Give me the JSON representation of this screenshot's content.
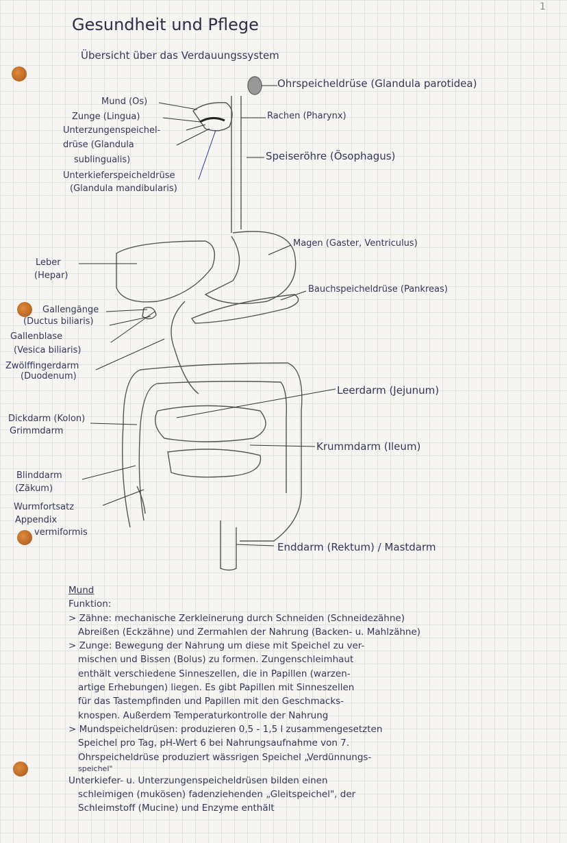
{
  "page_number": "1",
  "title": "Gesundheit und Pflege",
  "subtitle": "Übersicht über das Verdauungssystem",
  "labels": {
    "ohrspeicheldruese": "Ohrspeicheldrüse (Glandula parotidea)",
    "mund": "Mund (Os)",
    "zunge": "Zunge (Lingua)",
    "unterzungen_1": "Unterzungenspeichel-",
    "unterzungen_2": "drüse (Glandula",
    "unterzungen_3": "sublingualis)",
    "unterkiefer_1": "Unterkieferspeicheldrüse",
    "unterkiefer_2": "(Glandula mandibularis)",
    "rachen": "Rachen (Pharynx)",
    "speiseroehre": "Speiseröhre (Ösophagus)",
    "magen": "Magen (Gaster, Ventriculus)",
    "leber_1": "Leber",
    "leber_2": "(Hepar)",
    "bauchspeicheldruese": "Bauchspeicheldrüse (Pankreas)",
    "gallengaenge_1": "Gallengänge",
    "gallengaenge_2": "(Ductus biliaris)",
    "gallenblase_1": "Gallenblase",
    "gallenblase_2": "(Vesica biliaris)",
    "zwoelffinger_1": "Zwölffingerdarm",
    "zwoelffinger_2": "(Duodenum)",
    "leerdarm": "Leerdarm (Jejunum)",
    "dickdarm_1": "Dickdarm (Kolon)",
    "dickdarm_2": "Grimmdarm",
    "krummdarm": "Krummdarm (Ileum)",
    "blinddarm_1": "Blinddarm",
    "blinddarm_2": "(Zäkum)",
    "wurm_1": "Wurmfortsatz",
    "wurm_2": "Appendix",
    "wurm_3": "vermiformis",
    "enddarm": "Enddarm (Rektum) / Mastdarm"
  },
  "notes": [
    "Mund",
    "Funktion:",
    "> Zähne: mechanische Zerkleinerung durch Schneiden (Schneidezähne)",
    "Abreißen (Eckzähne) und Zermahlen der Nahrung (Backen- u. Mahlzähne)",
    "> Zunge: Bewegung der Nahrung um diese mit Speichel zu ver-",
    "mischen und Bissen (Bolus) zu formen. Zungenschleimhaut",
    "enthält verschiedene Sinneszellen, die in Papillen (warzen-",
    "artige Erhebungen) liegen. Es gibt Papillen mit Sinneszellen",
    "für das Tastempfinden und Papillen mit den Geschmacks-",
    "knospen. Außerdem Temperaturkontrolle der Nahrung",
    "> Mundspeicheldrüsen: produzieren 0,5 - 1,5 l zusammengesetzten",
    "Speichel pro Tag, pH-Wert 6 bei Nahrungsaufnahme von 7.",
    "Ohrspeicheldrüse produziert wässrigen Speichel „Verdünnungs-",
    "speichel\"",
    "Unterkiefer- u. Unterzungenspeicheldrüsen bilden einen",
    "schleimigen (mukösen) fadenziehenden „Gleitspeichel\", der",
    "Schleimstoff (Mucine) und Enzyme enthält"
  ]
}
